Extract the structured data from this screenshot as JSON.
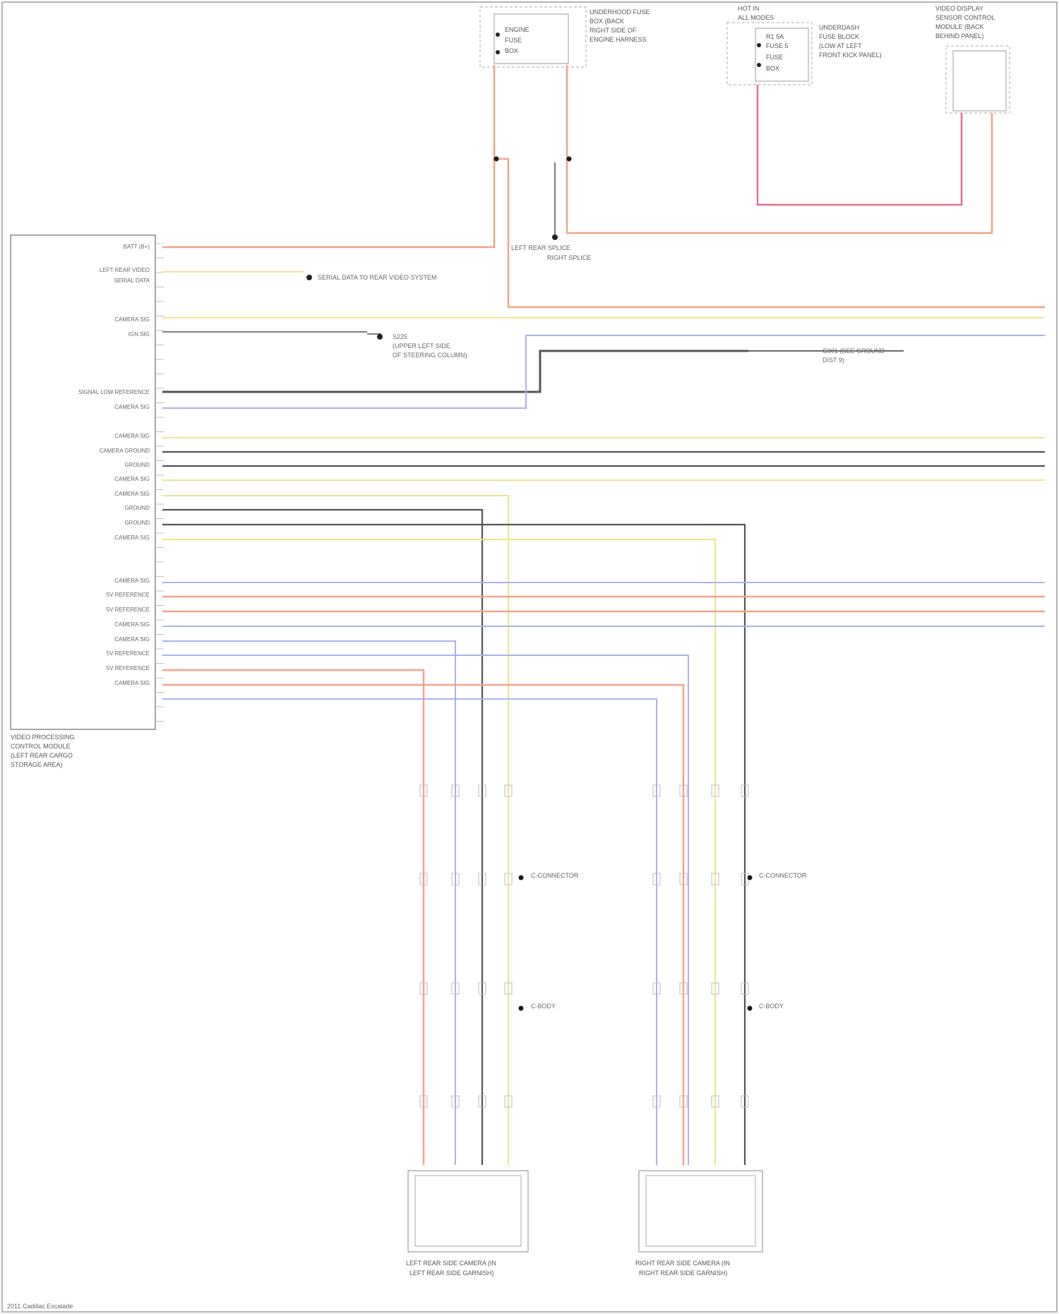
{
  "colors": {
    "orange": "#f2a487",
    "pink": "#ea6f87",
    "yellow": "#efe48a",
    "lavender": "#a9b3ec",
    "gray": "#7e7e7e",
    "darkgray": "#555555",
    "frame": "#9a9a9a",
    "dot": "#1a1a1a"
  },
  "fuse_box_top": {
    "lines": [
      "ENGINE",
      "FUSE",
      "BOX"
    ],
    "side": [
      "UNDERHOOD FUSE",
      "BOX (BACK",
      "RIGHT SIDE OF",
      "ENGINE HARNESS"
    ]
  },
  "relay_box_top": {
    "lines": [
      "R1 5A",
      "FUSE 5",
      "FUSE",
      "BOX"
    ],
    "above": [
      "HOT IN",
      "ALL MODES"
    ],
    "side": [
      "UNDERDASH",
      "FUSE BLOCK",
      "(LOW AT LEFT",
      "FRONT KICK PANEL)"
    ]
  },
  "sensor_box_top": {
    "title": [
      "VIDEO DISPLAY",
      "SENSOR CONTROL",
      "MODULE (BACK",
      "BEHIND PANEL)"
    ]
  },
  "module": {
    "label": [
      "VIDEO PROCESSING",
      "CONTROL MODULE",
      "(LEFT REAR CARGO",
      "STORAGE AREA)"
    ],
    "pins": [
      "BATT (B+)",
      "LEFT REAR VIDEO",
      "SERIAL DATA",
      "CAMERA SIG",
      "IGN SIG",
      "SIGNAL LOW REFERENCE",
      "CAMERA SIG",
      "CAMERA SIG",
      "CAMERA GROUND",
      "GROUND",
      "CAMERA SIG",
      "CAMERA SIG",
      "GROUND",
      "GROUND",
      "CAMERA SIG",
      "CAMERA SIG",
      "5V REFERENCE",
      "5V REFERENCE",
      "CAMERA SIG",
      "CAMERA SIG",
      "5V REFERENCE",
      "5V REFERENCE",
      "CAMERA SIG"
    ]
  },
  "notes": {
    "serial": "SERIAL DATA TO REAR VIDEO SYSTEM",
    "splice": [
      "S225",
      "(UPPER LEFT SIDE",
      "OF STEERING COLUMN)"
    ],
    "ground": [
      "G301 (SEE GROUND",
      "DIST 9)"
    ],
    "left_splice": "LEFT REAR SPLICE",
    "right_splice": "RIGHT SPLICE"
  },
  "left_camera": [
    "LEFT REAR SIDE CAMERA (IN",
    "LEFT REAR SIDE GARNISH)"
  ],
  "right_camera": [
    "RIGHT REAR SIDE CAMERA (IN",
    "RIGHT REAR SIDE GARNISH)"
  ],
  "left_conns": [
    "C-CONNECTOR",
    "C-BODY"
  ],
  "right_conns": [
    "C-CONNECTOR",
    "C-BODY"
  ],
  "footer": "2011 Cadillac Escalade"
}
